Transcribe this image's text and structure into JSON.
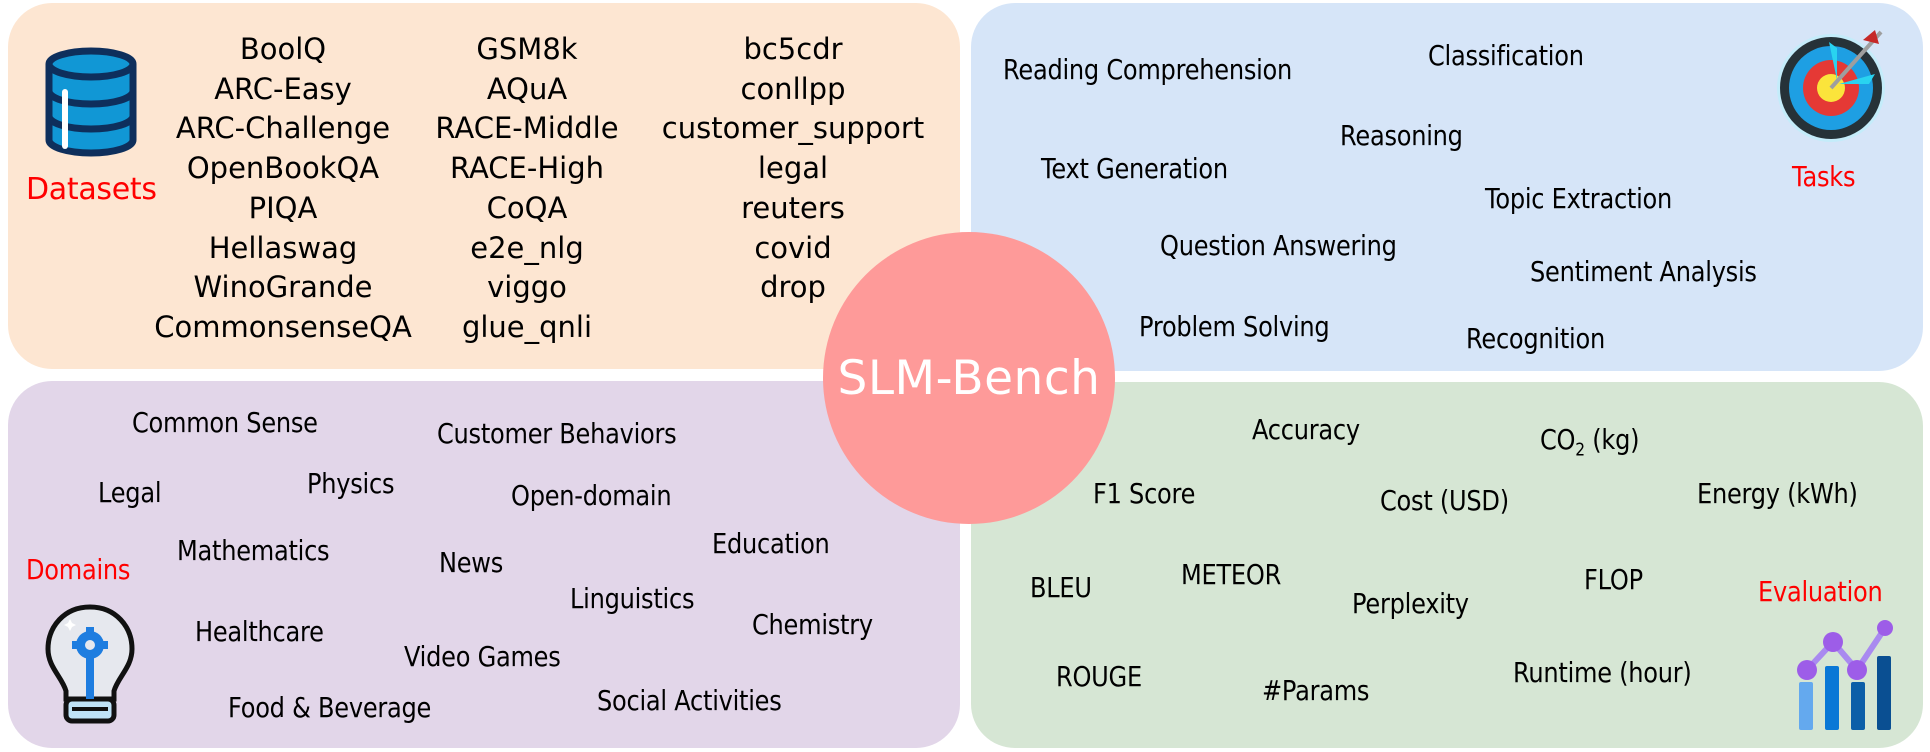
{
  "center": {
    "title": "SLM-Bench",
    "color": "#fe9a99"
  },
  "datasets": {
    "label": "Datasets",
    "icon": "database-icon",
    "bg_color": "#fde6d2",
    "columns": [
      [
        "BoolQ",
        "ARC-Easy",
        "ARC-Challenge",
        "OpenBookQA",
        "PIQA",
        "Hellaswag",
        "WinoGrande",
        "CommonsenseQA"
      ],
      [
        "GSM8k",
        "AQuA",
        "RACE-Middle",
        "RACE-High",
        "CoQA",
        "e2e_nlg",
        "viggo",
        "glue_qnli"
      ],
      [
        "bc5cdr",
        "conllpp",
        "customer_support",
        "legal",
        "reuters",
        "covid",
        "drop"
      ]
    ]
  },
  "tasks": {
    "label": "Tasks",
    "icon": "target-icon",
    "bg_color": "#d6e5f8",
    "items": [
      "Reading Comprehension",
      "Classification",
      "Reasoning",
      "Text Generation",
      "Topic Extraction",
      "Question Answering",
      "Sentiment Analysis",
      "Problem Solving",
      "Recognition"
    ]
  },
  "domains": {
    "label": "Domains",
    "icon": "lightbulb-icon",
    "bg_color": "#e2d6e9",
    "items": [
      "Common Sense",
      "Customer Behaviors",
      "Legal",
      "Physics",
      "Open-domain",
      "Mathematics",
      "News",
      "Education",
      "Linguistics",
      "Chemistry",
      "Healthcare",
      "Video Games",
      "Food & Beverage",
      "Social Activities"
    ]
  },
  "evaluation": {
    "label": "Evaluation",
    "icon": "chart-icon",
    "bg_color": "#d6e6d4",
    "items": [
      "Accuracy",
      "CO",
      "2",
      "(kg)",
      "F1 Score",
      "Cost (USD)",
      "Energy (kWh)",
      "BLEU",
      "METEOR",
      "Perplexity",
      "FLOP",
      "ROUGE",
      "#Params",
      "Runtime (hour)"
    ]
  },
  "colors": {
    "label_red": "#ff0000",
    "text": "#000000"
  }
}
